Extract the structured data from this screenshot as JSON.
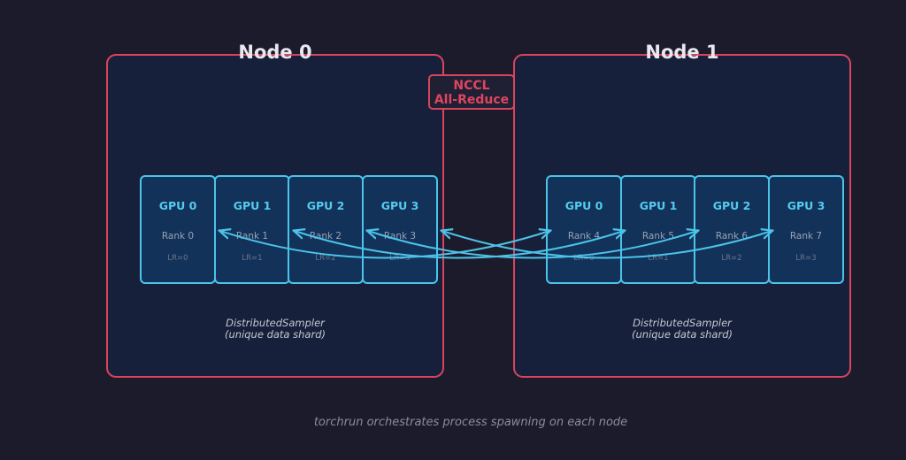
{
  "nodes": [
    {
      "title": "Node 0",
      "gpus": [
        {
          "name": "GPU 0",
          "rank": "Rank 0",
          "lr": "LR=0"
        },
        {
          "name": "GPU 1",
          "rank": "Rank 1",
          "lr": "LR=1"
        },
        {
          "name": "GPU 2",
          "rank": "Rank 2",
          "lr": "LR=2"
        },
        {
          "name": "GPU 3",
          "rank": "Rank 3",
          "lr": "LR=3"
        }
      ],
      "sampler": {
        "line1": "DistributedSampler",
        "line2": "(unique data shard)"
      }
    },
    {
      "title": "Node 1",
      "gpus": [
        {
          "name": "GPU 0",
          "rank": "Rank 4",
          "lr": "LR=0"
        },
        {
          "name": "GPU 1",
          "rank": "Rank 5",
          "lr": "LR=1"
        },
        {
          "name": "GPU 2",
          "rank": "Rank 6",
          "lr": "LR=2"
        },
        {
          "name": "GPU 3",
          "rank": "Rank 7",
          "lr": "LR=3"
        }
      ],
      "sampler": {
        "line1": "DistributedSampler",
        "line2": "(unique data shard)"
      }
    }
  ],
  "nccl": {
    "line1": "NCCL",
    "line2": "All-Reduce"
  },
  "caption": "torchrun orchestrates process spawning on each node",
  "colors": {
    "background": "#1c1b2c",
    "node_border": "#d9445c",
    "gpu_border": "#4cc3e8",
    "arrow": "#4cc3e8"
  }
}
